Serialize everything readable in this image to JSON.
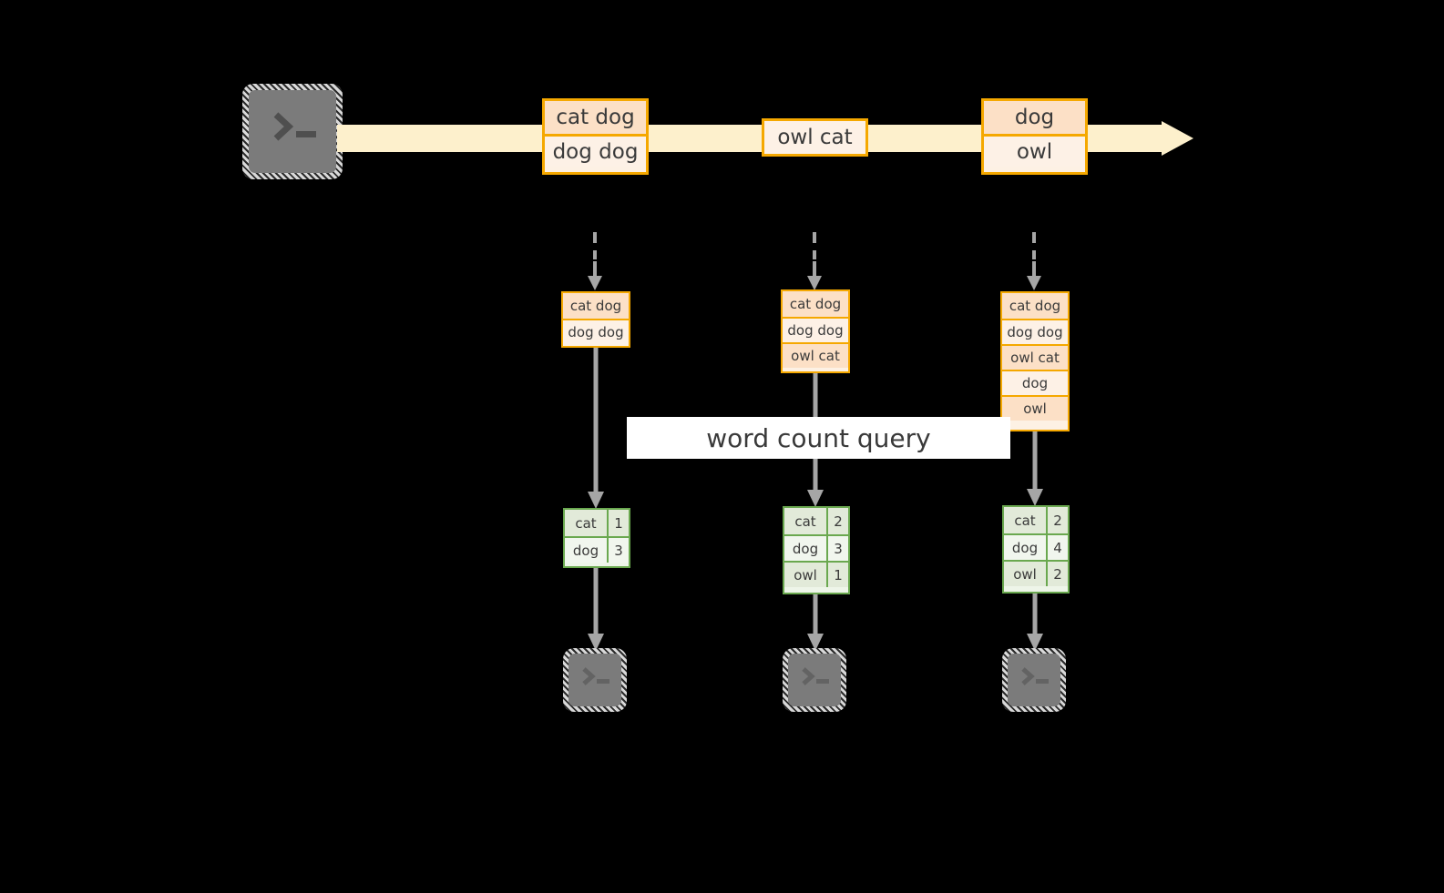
{
  "diagram": {
    "title": "",
    "colors": {
      "stream_fill": "#fdf0cc",
      "box_border": "#f5a800",
      "box_fill_dark": "#fce0c6",
      "box_fill_light": "#fdf1e6",
      "table_border": "#6aa84f",
      "table_fill_dark": "#e2ead9",
      "table_fill_light": "#f1f6ee",
      "terminal_fill": "#7b7b7b",
      "connector": "#a6a6a6",
      "background": "#000000"
    },
    "source": {
      "icon": "terminal-icon",
      "prompt_glyph": ">"
    },
    "stream": {
      "icon": "right-arrow-icon",
      "messages": [
        {
          "lines": [
            "cat dog",
            "dog dog"
          ]
        },
        {
          "lines": [
            "owl cat"
          ]
        },
        {
          "lines": [
            "dog",
            "owl"
          ]
        }
      ]
    },
    "query_label": "word count query",
    "snapshots": [
      {
        "log": [
          "cat dog",
          "dog dog"
        ],
        "result": {
          "rows": [
            {
              "word": "cat",
              "count": "1"
            },
            {
              "word": "dog",
              "count": "3"
            }
          ]
        },
        "sink": {
          "icon": "terminal-icon",
          "prompt_glyph": ">"
        }
      },
      {
        "log": [
          "cat dog",
          "dog dog",
          "owl cat"
        ],
        "result": {
          "rows": [
            {
              "word": "cat",
              "count": "2"
            },
            {
              "word": "dog",
              "count": "3"
            },
            {
              "word": "owl",
              "count": "1"
            }
          ]
        },
        "sink": {
          "icon": "terminal-icon",
          "prompt_glyph": ">"
        }
      },
      {
        "log": [
          "cat dog",
          "dog dog",
          "owl cat",
          "dog",
          "owl"
        ],
        "result": {
          "rows": [
            {
              "word": "cat",
              "count": "2"
            },
            {
              "word": "dog",
              "count": "4"
            },
            {
              "word": "owl",
              "count": "2"
            }
          ]
        },
        "sink": {
          "icon": "terminal-icon",
          "prompt_glyph": ">"
        }
      }
    ]
  }
}
